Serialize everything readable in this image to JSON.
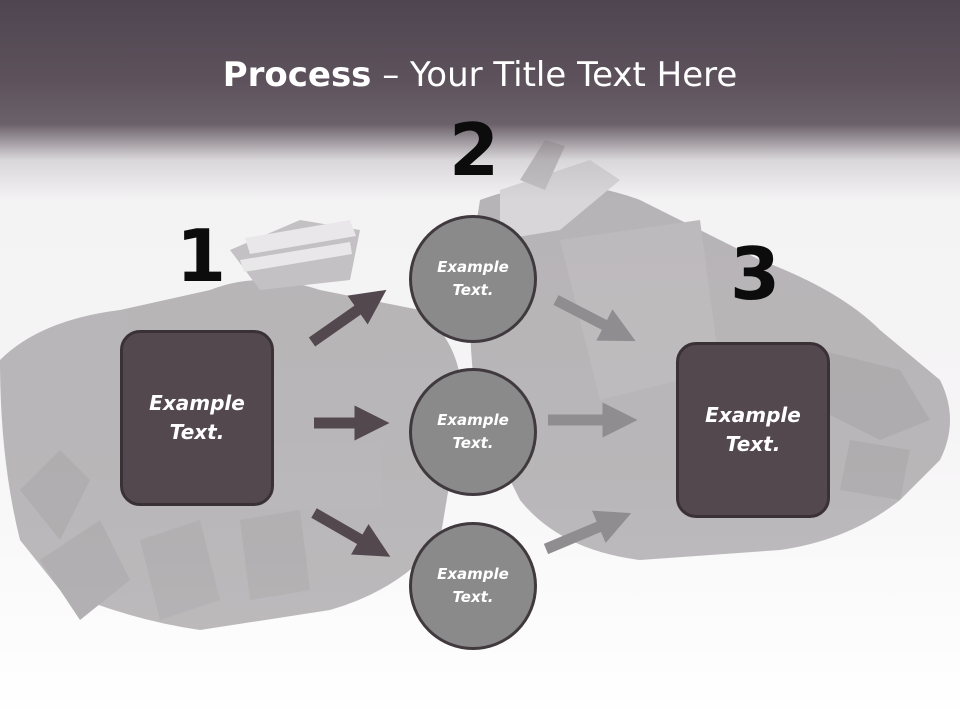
{
  "title": {
    "bold": "Process",
    "rest": " – Your Title Text Here"
  },
  "steps": [
    {
      "number": "1",
      "label": "Example\nText."
    },
    {
      "number": "2",
      "labels": [
        "Example\nText.",
        "Example\nText.",
        "Example\nText."
      ]
    },
    {
      "number": "3",
      "label": "Example\nText."
    }
  ],
  "colors": {
    "header": "#5d525c",
    "box": "#54484f",
    "circle": "#8b8a8b",
    "arrow_dark": "#54484f",
    "arrow_light": "#8f8d8f"
  },
  "background_image": "leather-gloves-photo"
}
